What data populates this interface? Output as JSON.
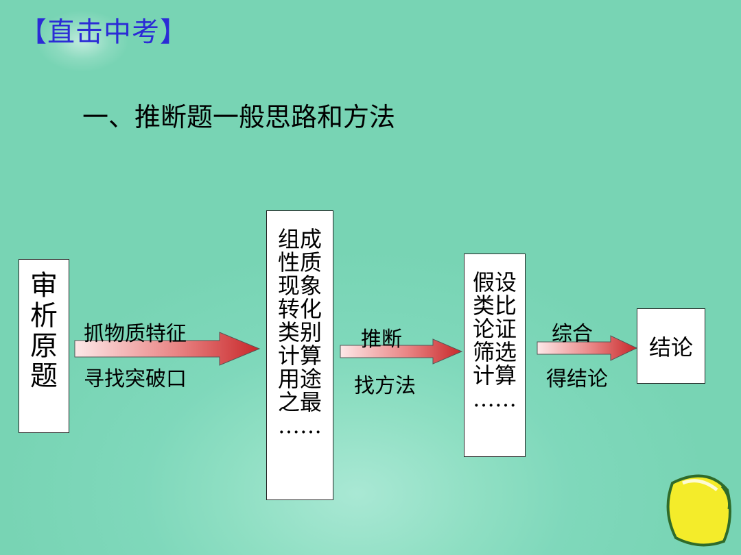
{
  "slide": {
    "title": "【直击中考】",
    "heading": "一、推断题一般思路和方法"
  },
  "flow": {
    "step1": [
      "审",
      "析",
      "原",
      "题"
    ],
    "arrow1": {
      "top": "抓物质特征",
      "bottom": "寻找突破口"
    },
    "step2": [
      "组成",
      "性质",
      "现象",
      "转化",
      "类别",
      "计算",
      "用途",
      "之最",
      "……"
    ],
    "arrow2": {
      "top": "推断",
      "bottom": "找方法"
    },
    "step3": [
      "假设",
      "类比",
      "论证",
      "筛选",
      "计算",
      "……"
    ],
    "arrow3": {
      "top": "综合",
      "bottom": "得结论"
    },
    "result": "结论"
  },
  "colors": {
    "background": "#7fd8bb",
    "title": "#2b2bd6",
    "arrow_dark": "#c8282a",
    "arrow_light": "#fbe6e6"
  },
  "icons": [
    "sparkle-decoration",
    "yellow-leaf-decoration"
  ]
}
